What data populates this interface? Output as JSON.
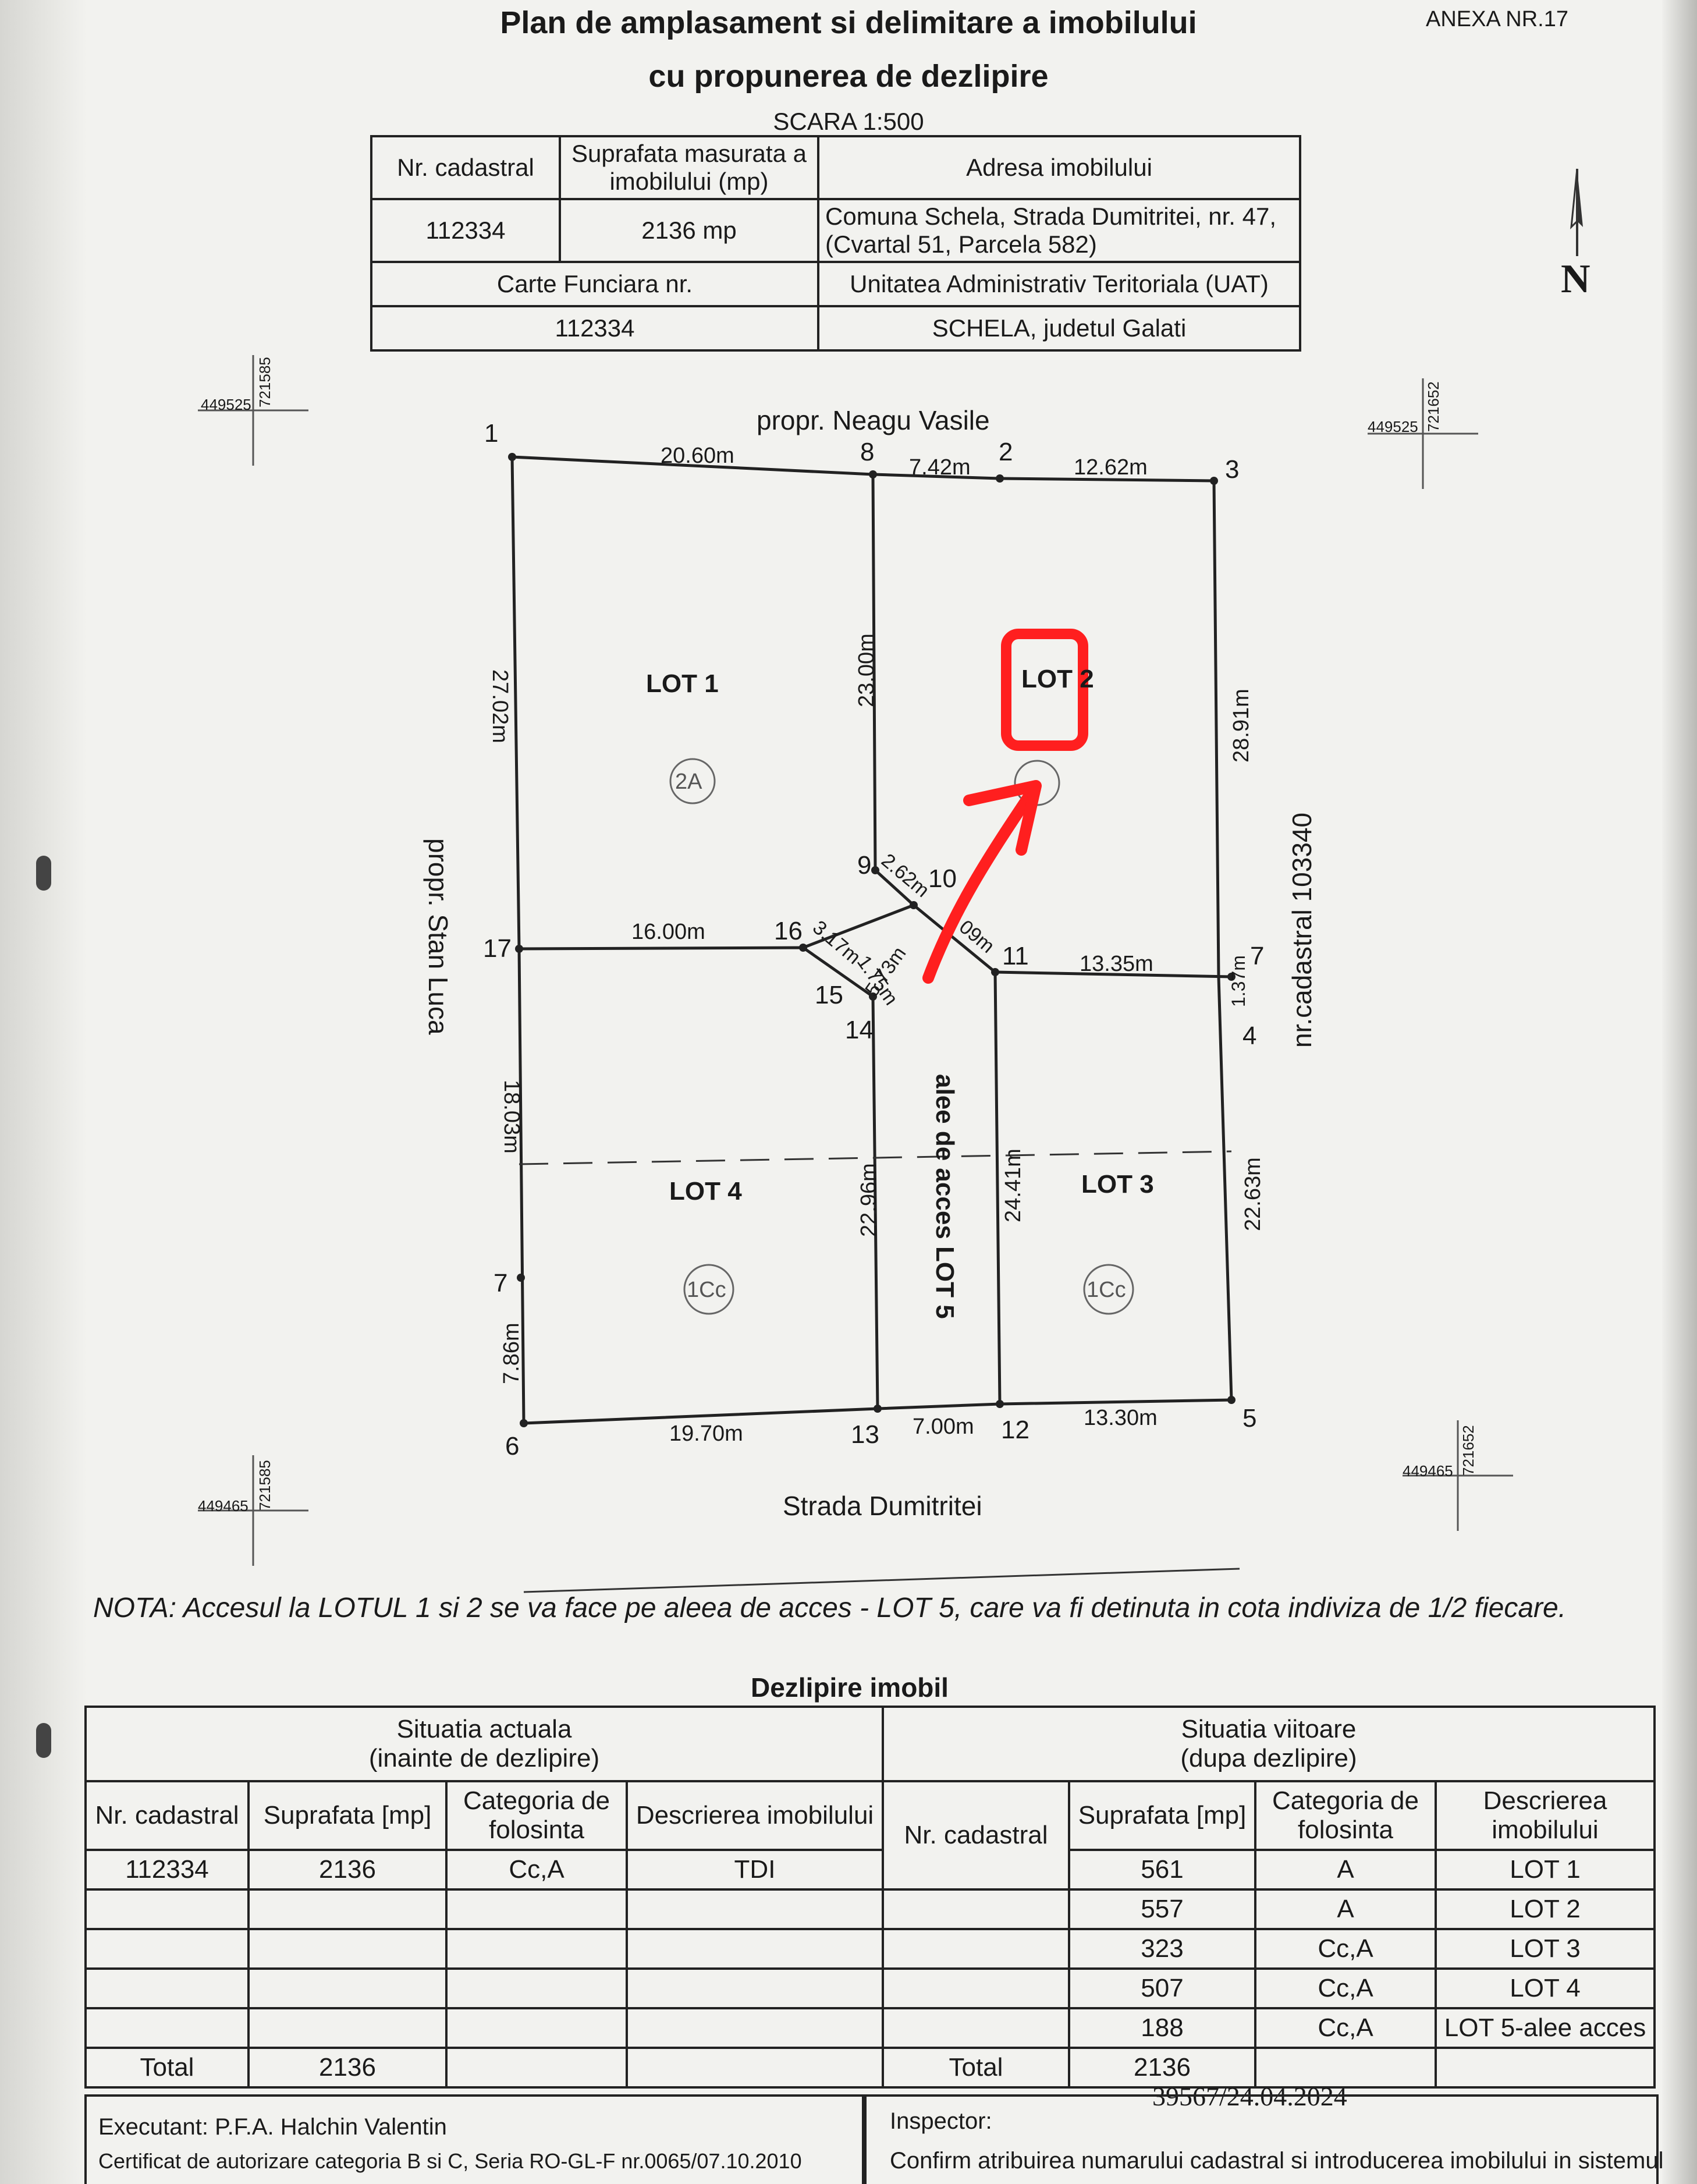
{
  "header": {
    "annex": "ANEXA NR.17",
    "title_line1": "Plan de amplasament si delimitare a imobilului",
    "title_line2": "cu propunerea de dezlipire",
    "scale": "SCARA 1:500"
  },
  "info_table": {
    "h_cadastral": "Nr. cadastral",
    "h_suprafata": "Suprafata masurata a imobilului (mp)",
    "h_adresa": "Adresa imobilului",
    "v_cadastral": "112334",
    "v_suprafata": "2136 mp",
    "v_adresa_1": "Comuna Schela, Strada Dumitritei, nr. 47,",
    "v_adresa_2": "(Cvartal 51, Parcela 582)",
    "h_carte": "Carte Funciara nr.",
    "h_uat": "Unitatea Administrativ Teritoriala (UAT)",
    "v_carte": "112334",
    "v_uat": "SCHELA, judetul Galati"
  },
  "north_label": "N",
  "grid_marks": [
    {
      "e": "449525",
      "n": "721585"
    },
    {
      "e": "449525",
      "n": "721652"
    },
    {
      "e": "449465",
      "n": "721585"
    },
    {
      "e": "449465",
      "n": "721652"
    }
  ],
  "plan": {
    "neighbor_north": "propr. Neagu Vasile",
    "neighbor_west": "propr. Stan Luca",
    "neighbor_east": "nr.cadastral 103340",
    "street_south": "Strada Dumitritei",
    "lots": {
      "lot1": "LOT 1",
      "lot2": "LOT 2",
      "lot3": "LOT 3",
      "lot4": "LOT 4",
      "lot5": "alee de acces LOT 5"
    },
    "categories": {
      "lot1": "2A",
      "lot4": "1Cc",
      "lot3": "1Cc"
    },
    "points": {
      "p1": "1",
      "p2": "2",
      "p3": "3",
      "p4": "4",
      "p5": "5",
      "p6": "6",
      "p7a": "7",
      "p7b": "7",
      "p8": "8",
      "p9": "9",
      "p10": "10",
      "p11": "11",
      "p12": "12",
      "p13": "13",
      "p14": "14",
      "p15": "15",
      "p16": "16",
      "p17": "17"
    },
    "dims": {
      "d_1_8": "20.60m",
      "d_8_2": "7.42m",
      "d_2_3": "12.62m",
      "d_1_17": "27.02m",
      "d_8_9": "23.00m",
      "d_3_7": "28.91m",
      "d_9_10": "2.62m",
      "d_10_11": "09m",
      "d_16_10": "5.73m",
      "d_17_16": "16.00m",
      "d_16_15": "3.17m",
      "d_15_14": "1.75m",
      "d_11_7": "13.35m",
      "d_7_4": "1.37m",
      "d_17_7": "18.03m",
      "d_14_13": "22.96m",
      "d_11_12": "24.41m",
      "d_4_5": "22.63m",
      "d_7_6": "7.86m",
      "d_6_13": "19.70m",
      "d_13_12": "7.00m",
      "d_12_5": "13.30m"
    }
  },
  "nota": "NOTA: Accesul la LOTUL 1 si 2 se va face pe aleea de acces - LOT 5, care va fi detinuta in cota indiviza de 1/2 fiecare.",
  "dezlipire": {
    "title": "Dezlipire imobil",
    "actual_header_1": "Situatia actuala",
    "actual_header_2": "(inainte de dezlipire)",
    "viitoare_header_1": "Situatia viitoare",
    "viitoare_header_2": "(dupa dezlipire)",
    "cols_actual": [
      "Nr. cadastral",
      "Suprafata [mp]",
      "Categoria de folosinta",
      "Descrierea imobilului"
    ],
    "cols_viitoare": [
      "Nr. cadastral",
      "Suprafata [mp]",
      "Categoria de folosinta",
      "Descrierea imobilului"
    ],
    "actual_row": {
      "cad": "112334",
      "sup": "2136",
      "cat": "Cc,A",
      "desc": "TDI"
    },
    "future_rows": [
      {
        "sup": "561",
        "cat": "A",
        "desc": "LOT 1"
      },
      {
        "sup": "557",
        "cat": "A",
        "desc": "LOT 2"
      },
      {
        "sup": "323",
        "cat": "Cc,A",
        "desc": "LOT 3"
      },
      {
        "sup": "507",
        "cat": "Cc,A",
        "desc": "LOT 4"
      },
      {
        "sup": "188",
        "cat": "Cc,A",
        "desc": "LOT 5-alee acces"
      }
    ],
    "total_label": "Total",
    "total_actual": "2136",
    "total_future": "2136"
  },
  "footer": {
    "stamp_number": "39567/24.04.2024",
    "executant": "Executant: P.F.A. Halchin Valentin",
    "certificat": "Certificat de autorizare categoria B si C, Seria RO-GL-F nr.0065/07.10.2010",
    "inspector": "Inspector:",
    "confirm": "Confirm atribuirea numarului cadastral si introducerea imobilului in sistemul"
  }
}
